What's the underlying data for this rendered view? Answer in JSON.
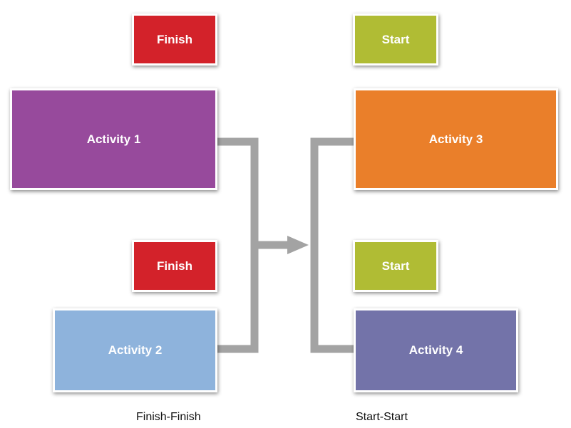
{
  "tags": {
    "finish_1": "Finish",
    "finish_2": "Finish",
    "start_1": "Start",
    "start_2": "Start"
  },
  "activities": {
    "activity_1": "Activity 1",
    "activity_2": "Activity 2",
    "activity_3": "Activity 3",
    "activity_4": "Activity 4"
  },
  "captions": {
    "left": "Finish-Finish",
    "right": "Start-Start"
  },
  "colors": {
    "finish": "#d3222a",
    "start": "#b0bc34",
    "activity_1": "#974a9c",
    "activity_2": "#8eb3dc",
    "activity_3": "#ea7f2a",
    "activity_4": "#7373a9",
    "connector": "#a3a3a3"
  }
}
